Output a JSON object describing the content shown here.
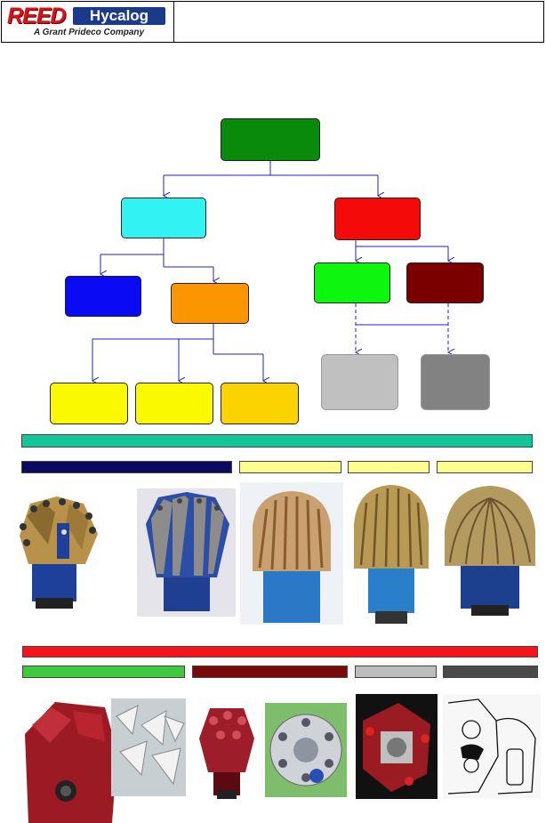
{
  "header": {
    "logo": {
      "text_main": "REED",
      "text_box": "Hycalog",
      "tagline": "A Grant Prideco Company"
    }
  },
  "colors": {
    "root": "#0a8a0a",
    "fixed_cutter": "#33f2f4",
    "roller_cone": "#f50a0a",
    "pdc": "#0a0af5",
    "diamond": "#fb9500",
    "diamond_variant": [
      "#fbf900",
      "#fbf900",
      "#fbd300"
    ],
    "milled_tooth": "#0ef60e",
    "insert": "#7a0000",
    "gray_light": "#c0c0c0",
    "gray_dark": "#828282",
    "fixed_cutter_band": "#13c696",
    "roller_cone_band": "#f5141a",
    "pdc_bar": "#0a0a5e",
    "diamond_bar": "#fefe90",
    "milled_tooth_bar": "#3fc93f",
    "insert_bar": "#7a0a0a",
    "gray_light_bar": "#bdbdbd",
    "gray_dark_bar": "#4a4a4a"
  },
  "photos": {
    "fixed_cutter": [
      "pdc-bit-photo",
      "pdc-bit-photo",
      "diamond-bit-photo",
      "diamond-bit-photo",
      "diamond-bit-photo"
    ],
    "roller_cone": [
      "milled-tooth-bit-photo",
      "milled-tooth-bit-photo",
      "tci-bit-photo",
      "bearing-cutaway-photo",
      "bearing-drawing"
    ]
  }
}
